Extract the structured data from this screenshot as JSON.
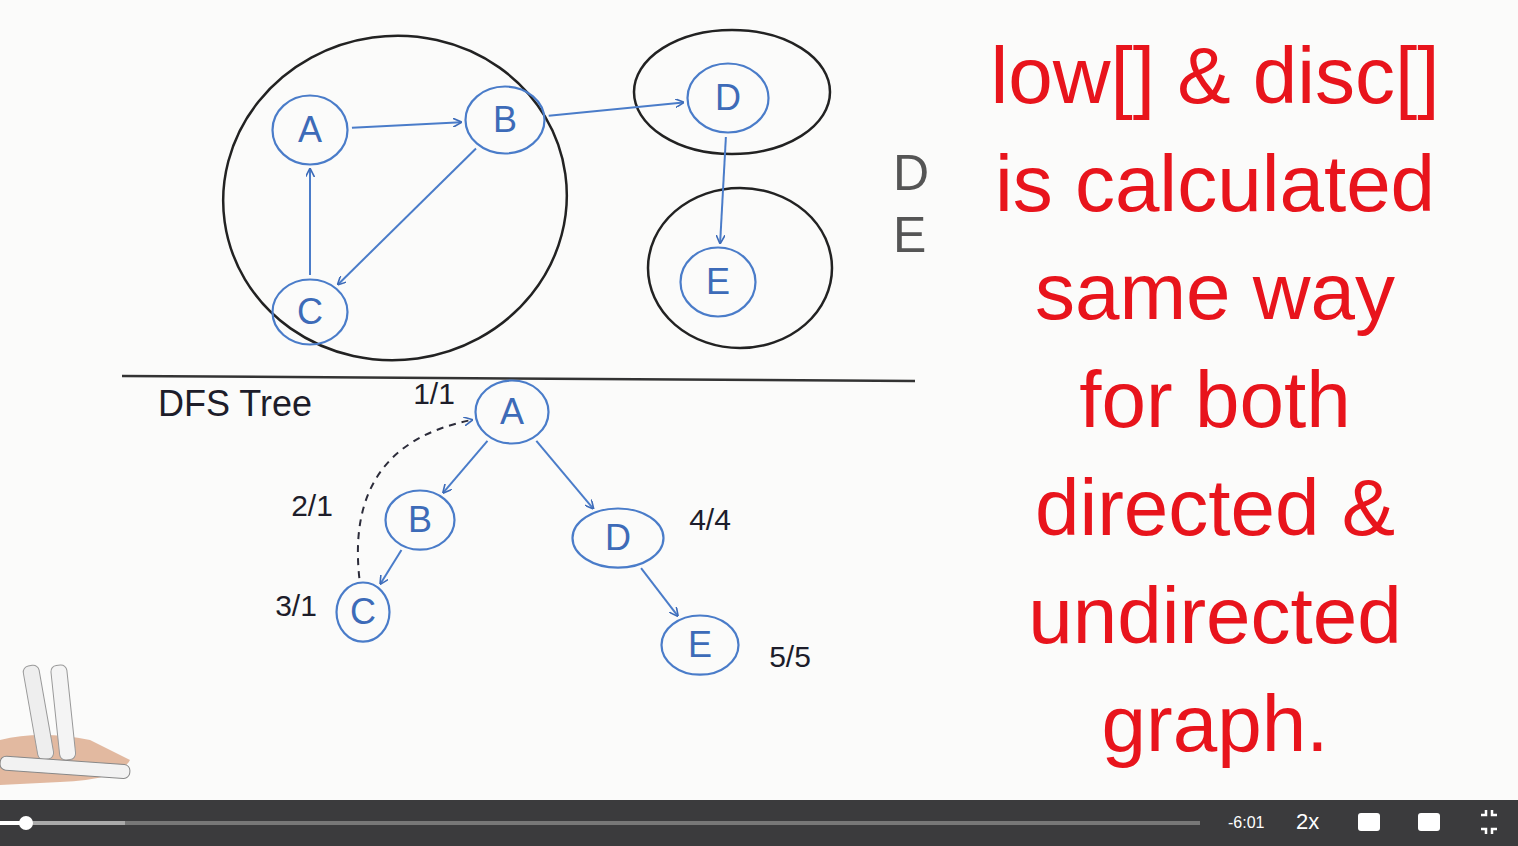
{
  "diagram": {
    "nodes": [
      {
        "text": [
          "A"
        ]
      },
      {
        "text": [
          "B"
        ]
      },
      {
        "text": [
          "D"
        ]
      },
      {
        "text": [
          "C"
        ]
      },
      {
        "text": [
          "E"
        ]
      },
      {
        "text": [
          "A",
          "1/1"
        ]
      },
      {
        "text": [
          "B",
          "2/1"
        ]
      },
      {
        "text": [
          "D",
          "4/4"
        ]
      },
      {
        "text": [
          "C",
          "3/1"
        ]
      },
      {
        "text": [
          "E",
          "5/5"
        ]
      }
    ],
    "edges": [
      {
        "from": 0,
        "to": 1,
        "arrow": "to"
      },
      {
        "from": 1,
        "to": 2,
        "arrow": "to"
      },
      {
        "from": 1,
        "to": 3,
        "arrow": "to"
      },
      {
        "from": 3,
        "to": 0,
        "arrow": "to"
      },
      {
        "from": 2,
        "to": 4,
        "arrow": "to"
      },
      {
        "from": 5,
        "to": 6,
        "arrow": "to"
      },
      {
        "from": 5,
        "to": 7,
        "arrow": "to"
      },
      {
        "from": 6,
        "to": 8,
        "arrow": "to"
      },
      {
        "from": 7,
        "to": 9,
        "arrow": "to"
      },
      {
        "from": 8,
        "to": 5,
        "arrow": "to"
      }
    ],
    "labels": [
      "DFS Tree",
      "D",
      "E",
      "low[] & disc[] is calculated same way for both directed & undirected graph.",
      "-6:01",
      "2x"
    ]
  }
}
